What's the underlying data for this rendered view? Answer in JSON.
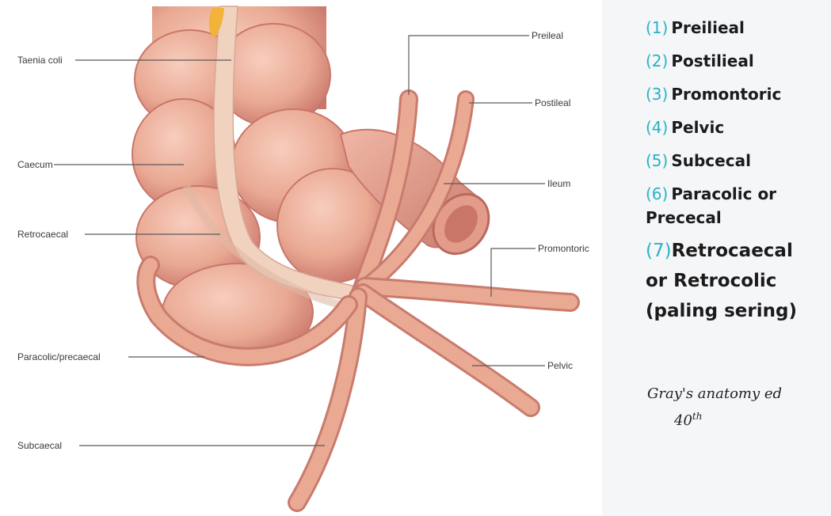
{
  "labels": {
    "taenia_coli": "Taenia coli",
    "caecum": "Caecum",
    "retrocaecal": "Retrocaecal",
    "paracolic_precaecal": "Paracolic/precaecal",
    "subcaecal": "Subcaecal",
    "preileal": "Preileal",
    "postileal": "Postileal",
    "ileum": "Ileum",
    "promontoric": "Promontoric",
    "pelvic": "Pelvic"
  },
  "positions_list": [
    {
      "num": "(1)",
      "text": "Preilieal"
    },
    {
      "num": "(2)",
      "text": "Postilieal"
    },
    {
      "num": "(3)",
      "text": "Promontoric"
    },
    {
      "num": "(4)",
      "text": "Pelvic"
    },
    {
      "num": "(5)",
      "text": "Subcecal"
    },
    {
      "num": "(6)",
      "text": "Paracolic or Prececal"
    },
    {
      "num": "(7)",
      "text": "Retrocaecal or Retrocolic (paling sering)"
    }
  ],
  "citation": {
    "line1": "Gray's anatomy ed",
    "line2": "40",
    "sup": "th"
  },
  "colors": {
    "tissue": "#e9a993",
    "tissue_dark": "#c9766a",
    "tissue_light": "#f6c9b8",
    "band": "#f1d2bf",
    "list_number": "#27b3c4",
    "leader_line": "#5a5a5a"
  }
}
